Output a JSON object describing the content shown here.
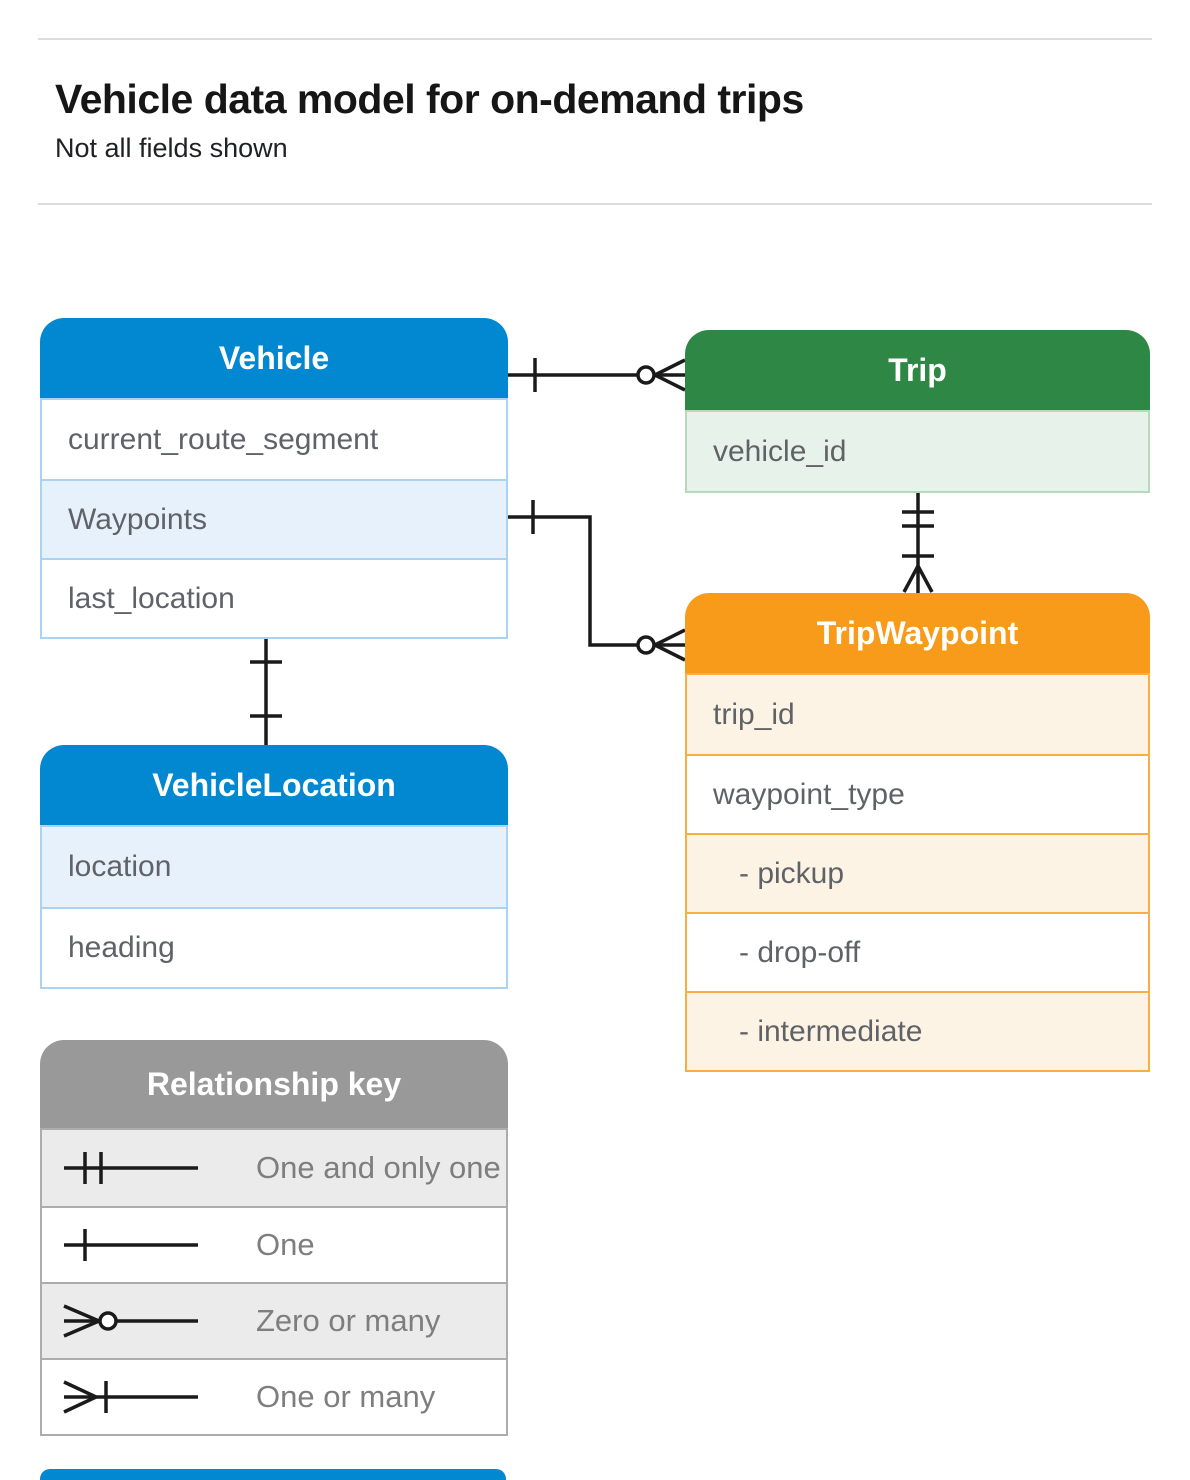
{
  "page": {
    "title": "Vehicle data model for on-demand trips",
    "subtitle": "Not all fields shown"
  },
  "tables": {
    "vehicle": {
      "title": "Vehicle",
      "rows": [
        "current_route_segment",
        "Waypoints",
        "last_location"
      ]
    },
    "trip": {
      "title": "Trip",
      "rows": [
        "vehicle_id"
      ]
    },
    "trip_waypoint": {
      "title": "TripWaypoint",
      "rows": [
        "trip_id",
        "waypoint_type",
        "- pickup",
        "- drop-off",
        "- intermediate"
      ]
    },
    "vehicle_location": {
      "title": "VehicleLocation",
      "rows": [
        "location",
        "heading"
      ]
    }
  },
  "legend": {
    "title": "Relationship key",
    "items": [
      {
        "icon": "one-and-only-one-icon",
        "label": "One and only one"
      },
      {
        "icon": "one-icon",
        "label": "One"
      },
      {
        "icon": "zero-or-many-icon",
        "label": "Zero or many"
      },
      {
        "icon": "one-or-many-icon",
        "label": "One or many"
      }
    ]
  },
  "relationships": [
    {
      "from": "Vehicle",
      "to": "Trip",
      "from_cardinality": "One",
      "to_cardinality": "Zero or many"
    },
    {
      "from": "Vehicle.Waypoints",
      "to": "TripWaypoint",
      "from_cardinality": "One",
      "to_cardinality": "Zero or many"
    },
    {
      "from": "Trip",
      "to": "TripWaypoint",
      "from_cardinality": "One and only one",
      "to_cardinality": "One or many"
    },
    {
      "from": "Vehicle",
      "to": "VehicleLocation",
      "from_cardinality": "One",
      "to_cardinality": "One"
    }
  ],
  "colors": {
    "blue_header": "#0288D1",
    "blue_border": "#A9D2F3",
    "blue_tint": "#E7F1FC",
    "green_header": "#2E8745",
    "green_border": "#B5D9BA",
    "green_tint": "#E7F3EA",
    "orange_header": "#F89B1B",
    "orange_border": "#F6AE45",
    "orange_tint": "#FDF3E4",
    "gray_header": "#999999",
    "gray_border": "#ACACAC",
    "gray_tint": "#EBEBEB",
    "connector": "#1A1A1A",
    "row_text": "#5F6368",
    "divider": "#DADCE0"
  }
}
